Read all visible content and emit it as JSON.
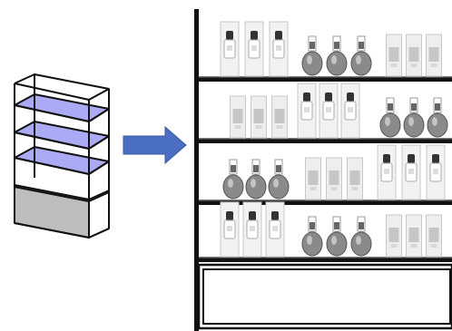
{
  "diagram": {
    "colors": {
      "frame": "#111111",
      "shelf_glass": "#9b9cf2",
      "base_panel": "#bdbdbd",
      "arrow": "#4a6fc0",
      "arrow_edge": "#3a5aa0"
    },
    "icons": {
      "unit": "display-cabinet-icon",
      "arrow": "right-arrow-icon",
      "box": "perfume-box-icon",
      "bottle": "perfume-bottle-icon",
      "carton": "carton-icon"
    },
    "shelf_rows": [
      [
        "box",
        "box",
        "box",
        "bottle",
        "bottle",
        "bottle",
        "carton",
        "carton",
        "carton"
      ],
      [
        "carton",
        "carton",
        "carton",
        "box",
        "box",
        "box",
        "bottle",
        "bottle",
        "bottle"
      ],
      [
        "bottle",
        "bottle",
        "bottle",
        "carton",
        "carton",
        "carton",
        "box",
        "box",
        "box"
      ],
      [
        "box",
        "box",
        "box",
        "bottle",
        "bottle",
        "bottle",
        "carton",
        "carton",
        "carton"
      ]
    ]
  }
}
